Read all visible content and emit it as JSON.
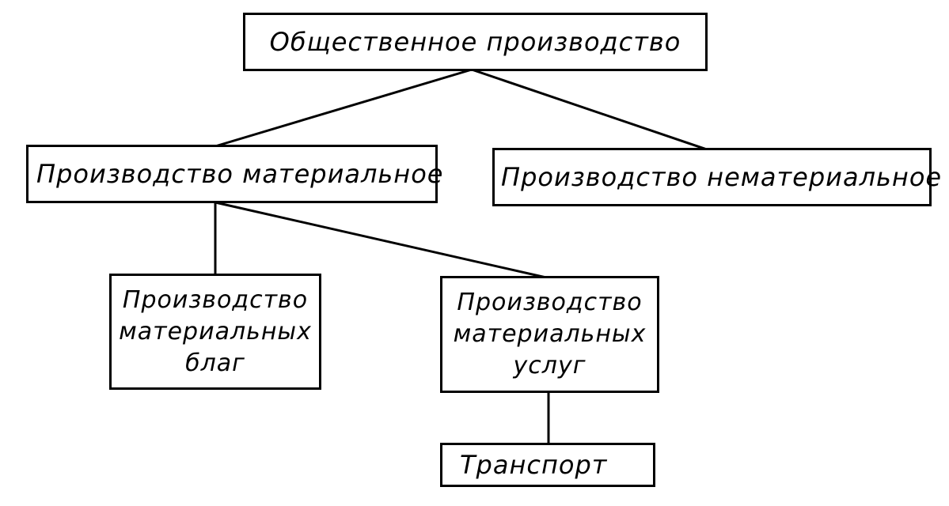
{
  "diagram": {
    "root": "Общественное производство",
    "material": "Производство материальное",
    "nonmaterial": "Производство нематериальное",
    "goods": "Производство\nматериальных\nблаг",
    "services": "Производство\nматериальных\nуслуг",
    "transport": "Транспорт"
  },
  "colors": {
    "line": "#000000",
    "background": "#ffffff"
  }
}
